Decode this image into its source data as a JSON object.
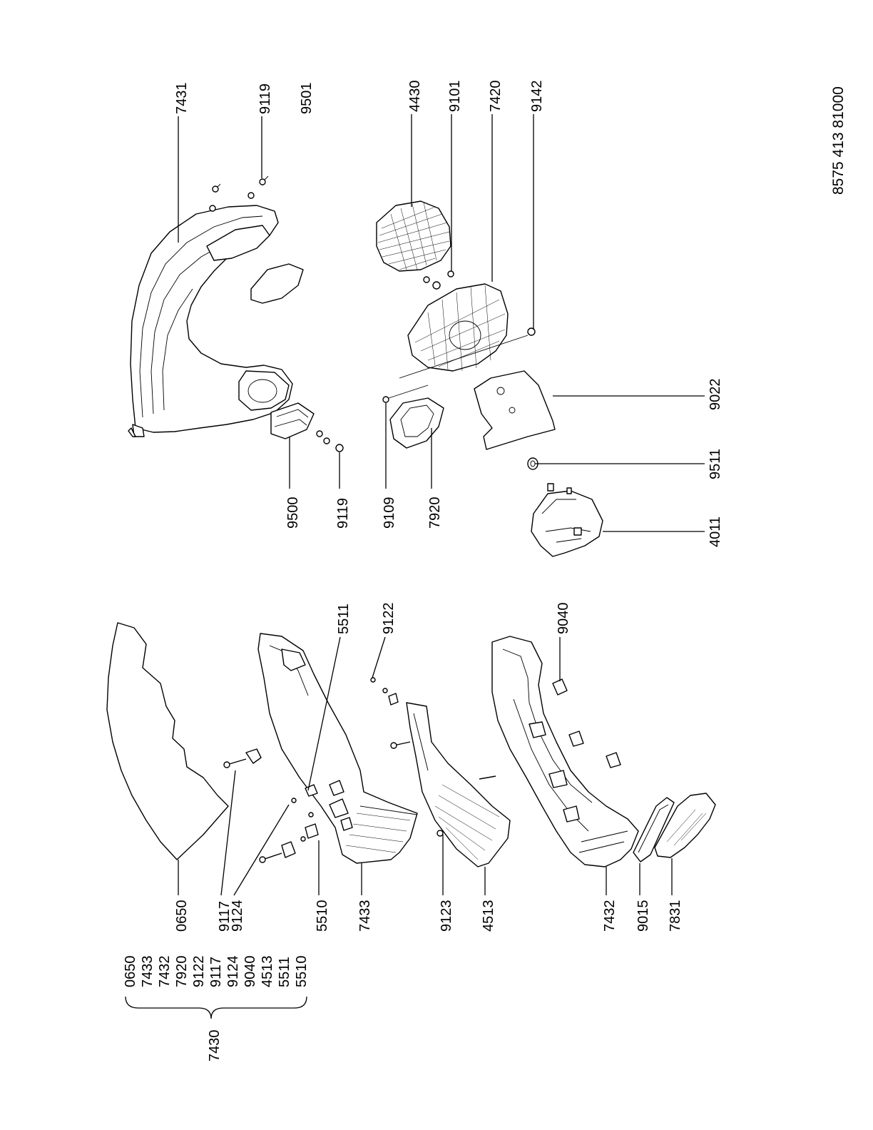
{
  "document_number": "8575 413 81000",
  "kit": {
    "label": "7430",
    "members": [
      "0650",
      "7433",
      "7432",
      "7920",
      "9122",
      "9117",
      "9124",
      "9040",
      "4513",
      "5511",
      "5510"
    ]
  },
  "labels": {
    "7431": "7431",
    "9119_top": "9119",
    "9501": "9501",
    "4430": "4430",
    "9101": "9101",
    "7420": "7420",
    "9142": "9142",
    "9500": "9500",
    "9119_bottom": "9119",
    "9109": "9109",
    "7920": "7920",
    "9022": "9022",
    "9511": "9511",
    "4011": "4011",
    "5511": "5511",
    "9122": "9122",
    "9040": "9040",
    "0650": "0650",
    "9117": "9117",
    "9124": "9124",
    "5510": "5510",
    "7433": "7433",
    "9123": "9123",
    "4513": "4513",
    "7432": "7432",
    "9015": "9015",
    "7831": "7831"
  },
  "colors": {
    "line": "#000000",
    "background": "#ffffff",
    "shade": "#d8d8d8"
  }
}
